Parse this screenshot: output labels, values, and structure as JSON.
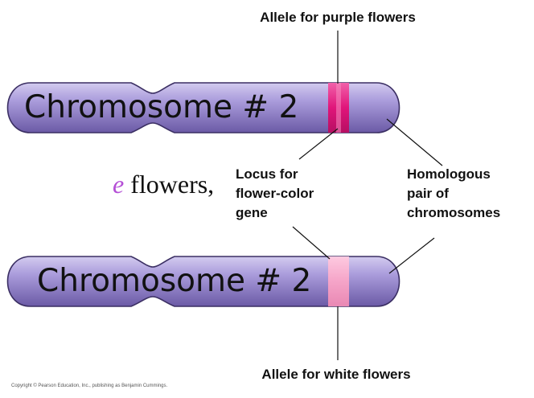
{
  "labels": {
    "allele_purple": "Allele for purple flowers",
    "allele_white": "Allele for white flowers",
    "locus": [
      "Locus for",
      "flower-color",
      "gene"
    ],
    "homologous": [
      "Homologous",
      "pair of",
      "chromosomes"
    ]
  },
  "chromosomes": {
    "top_label": "Chromosome # 2",
    "bottom_label": "Chromosome # 2"
  },
  "side_text": {
    "fragment": "e",
    "rest": " flowers,"
  },
  "copyright": "Copyright © Pearson Education, Inc., publishing as Benjamin Cummings.",
  "colors": {
    "chromosome_fill": "#a79ad6",
    "chromosome_stroke": "#3b2f63",
    "purple_band": "#e0157a",
    "white_band": "#f4a3c7",
    "accent_text": "#b44fd6"
  }
}
